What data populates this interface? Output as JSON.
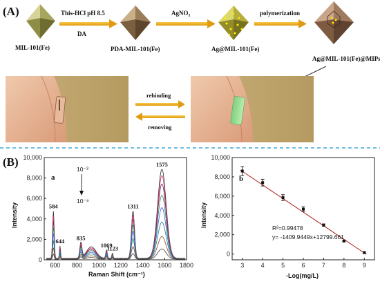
{
  "panelA": {
    "label": "(A)",
    "stage1": "MIL-101(Fe)",
    "step1_top": "This-HCl pH 8.5",
    "step1_bottom": "DA",
    "stage2": "PDA-MIL-101(Fe)",
    "step2_top": "AgNO₃",
    "stage3": "Ag@MIL-101(Fe)",
    "step3_top": "polymerization",
    "stage4": "Ag@MIL-101(Fe)@MIPs",
    "rebinding": "rebinding",
    "removing": "removing"
  },
  "panelB": {
    "label": "(B)"
  },
  "chart_data": [
    {
      "type": "line",
      "panel": "a",
      "xlabel": "Raman Shift (cm⁻¹)",
      "ylabel": "Intensity",
      "xlim": [
        500,
        1800
      ],
      "ylim": [
        0,
        10000
      ],
      "xticks": [
        "600",
        "800",
        "1000",
        "1200",
        "1400",
        "1600",
        "1800"
      ],
      "yticks": [
        "0",
        "2,000",
        "4,000",
        "6,000",
        "8,000",
        "10,000"
      ],
      "peak_labels": [
        "584",
        "644",
        "835",
        "1069",
        "1123",
        "1311",
        "1575"
      ],
      "conc_top": "10⁻³",
      "conc_bottom": "10⁻⁹",
      "series": [
        {
          "color": "#2a2a2a",
          "p584": 4600,
          "p644": 1200,
          "p835": 1500,
          "p1069": 800,
          "p1123": 500,
          "p1311": 4600,
          "p1575": 8700
        },
        {
          "color": "#d6336c",
          "p584": 4200,
          "p644": 1050,
          "p835": 1350,
          "p1069": 720,
          "p1123": 450,
          "p1311": 4250,
          "p1575": 8100
        },
        {
          "color": "#7a1f5a",
          "p584": 3700,
          "p644": 930,
          "p835": 1200,
          "p1069": 650,
          "p1123": 400,
          "p1311": 3850,
          "p1575": 7300
        },
        {
          "color": "#2e8b57",
          "p584": 3100,
          "p644": 800,
          "p835": 1050,
          "p1069": 560,
          "p1123": 350,
          "p1311": 3300,
          "p1575": 6200
        },
        {
          "color": "#3b5bdb",
          "p584": 2500,
          "p644": 650,
          "p835": 850,
          "p1069": 470,
          "p1123": 300,
          "p1311": 2700,
          "p1575": 5000
        },
        {
          "color": "#1c7c7c",
          "p584": 1800,
          "p644": 480,
          "p835": 650,
          "p1069": 360,
          "p1123": 240,
          "p1311": 2000,
          "p1575": 3600
        },
        {
          "color": "#8b4513",
          "p584": 1100,
          "p644": 320,
          "p835": 420,
          "p1069": 250,
          "p1123": 170,
          "p1311": 1200,
          "p1575": 2200
        },
        {
          "color": "#444444",
          "p584": 500,
          "p644": 160,
          "p835": 220,
          "p1069": 130,
          "p1123": 90,
          "p1311": 550,
          "p1575": 1000
        }
      ]
    },
    {
      "type": "scatter",
      "panel": "b",
      "xlabel": "-Log(mg/L)",
      "ylabel": "Intensity",
      "xlim": [
        2.5,
        9.5
      ],
      "ylim": [
        -600,
        10000
      ],
      "xticks": [
        "3",
        "4",
        "5",
        "6",
        "7",
        "8",
        "9"
      ],
      "yticks": [
        "0",
        "2,000",
        "4,000",
        "6,000",
        "8,000",
        "10,000"
      ],
      "x": [
        3,
        4,
        5,
        6,
        7,
        8,
        9
      ],
      "y": [
        8600,
        7400,
        5850,
        4650,
        3000,
        1350,
        150
      ],
      "err": [
        450,
        350,
        300,
        250,
        120,
        80,
        60
      ],
      "r2_text": "R²=0.99478",
      "eq_text": "y= -1409.9449x+12799.661",
      "fit_slope": -1409.9449,
      "fit_intercept": 12799.661
    }
  ]
}
